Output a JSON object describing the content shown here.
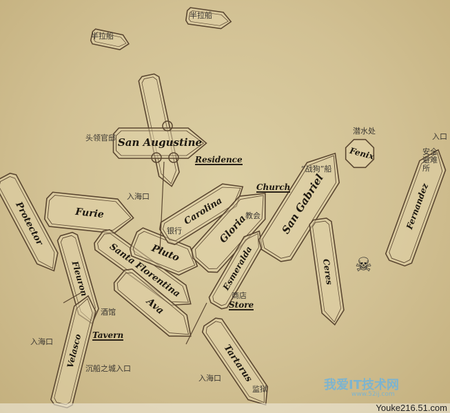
{
  "ships": {
    "san_augustine": "San Augustine",
    "furie": "Furie",
    "protector": "Protector",
    "fleuron": "Fleuron",
    "santa_florentina": "Santa Florentina",
    "pluto": "Pluto",
    "carolina": "Carolina",
    "gloria": "Gloria",
    "esmeralda": "Esmeralda",
    "san_gabriel": "San Gabriel",
    "ceres": "Ceres",
    "fenix": "Fenix",
    "fernandez": "Fernandez",
    "ava": "Ava",
    "velasco": "Velasco",
    "tartarus": "Tartarus"
  },
  "districts": {
    "residence": "Residence",
    "church": "Church",
    "store": "Store",
    "tavern": "Tavern"
  },
  "annotations": {
    "half_boat_1": "半拉船",
    "half_boat_2": "半拉船",
    "chief_residence": "头领官邸",
    "sea_entrance_1": "入海口",
    "bank": "银行",
    "church": "教会",
    "war_dog_ship": "“战狗”船",
    "diving_spot": "潜水处",
    "entrance": "入口",
    "safe_house": "安全避难所",
    "store": "商店",
    "tavern": "酒馆",
    "sea_entrance_2": "入海口",
    "city_entrance": "沉船之城入口",
    "sea_entrance_3": "入海口",
    "prison": "监狱"
  },
  "watermark": {
    "title": "我爱IT技术网",
    "url": "www.52ij.com"
  },
  "credit": "Youke216.51.com",
  "colors": {
    "parchment": "#d2c194",
    "ink": "#5a4630"
  }
}
